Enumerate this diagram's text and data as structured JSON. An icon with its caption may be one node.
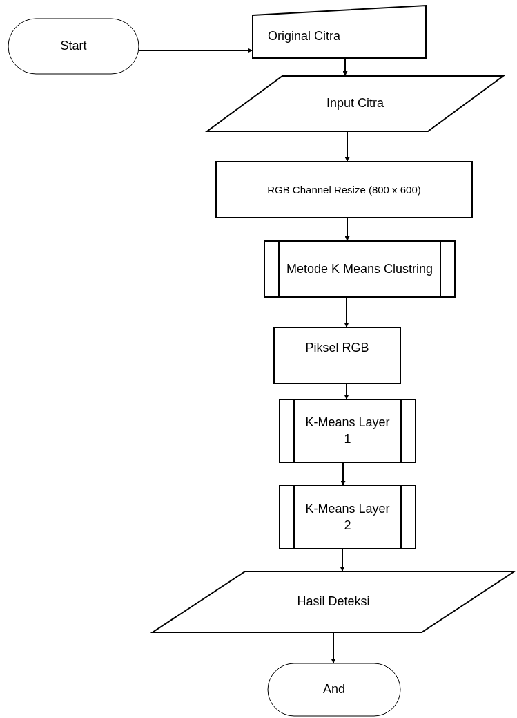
{
  "diagram": {
    "nodes": [
      {
        "text": [
          "Start"
        ]
      },
      {
        "text": [
          "Original Citra"
        ]
      },
      {
        "text": [
          "Input Citra"
        ]
      },
      {
        "text": [
          "RGB Channel Resize (800 x 600)"
        ]
      },
      {
        "text": [
          "Metode K Means Clustring"
        ]
      },
      {
        "text": [
          "Piksel RGB"
        ]
      },
      {
        "text": [
          "K-Means Layer 1"
        ]
      },
      {
        "text": [
          "K-Means Layer 2"
        ]
      },
      {
        "text": [
          "Hasil Deteksi"
        ]
      },
      {
        "text": [
          "And"
        ]
      }
    ],
    "edges": [
      {
        "from": 0,
        "to": 1,
        "arrow": "to"
      },
      {
        "from": 1,
        "to": 2,
        "arrow": "to"
      },
      {
        "from": 2,
        "to": 3,
        "arrow": "to"
      },
      {
        "from": 3,
        "to": 4,
        "arrow": "to"
      },
      {
        "from": 4,
        "to": 5,
        "arrow": "to"
      },
      {
        "from": 5,
        "to": 6,
        "arrow": "to"
      },
      {
        "from": 6,
        "to": 7,
        "arrow": "to"
      },
      {
        "from": 7,
        "to": 8,
        "arrow": "to"
      },
      {
        "from": 8,
        "to": 9,
        "arrow": "to"
      }
    ]
  }
}
